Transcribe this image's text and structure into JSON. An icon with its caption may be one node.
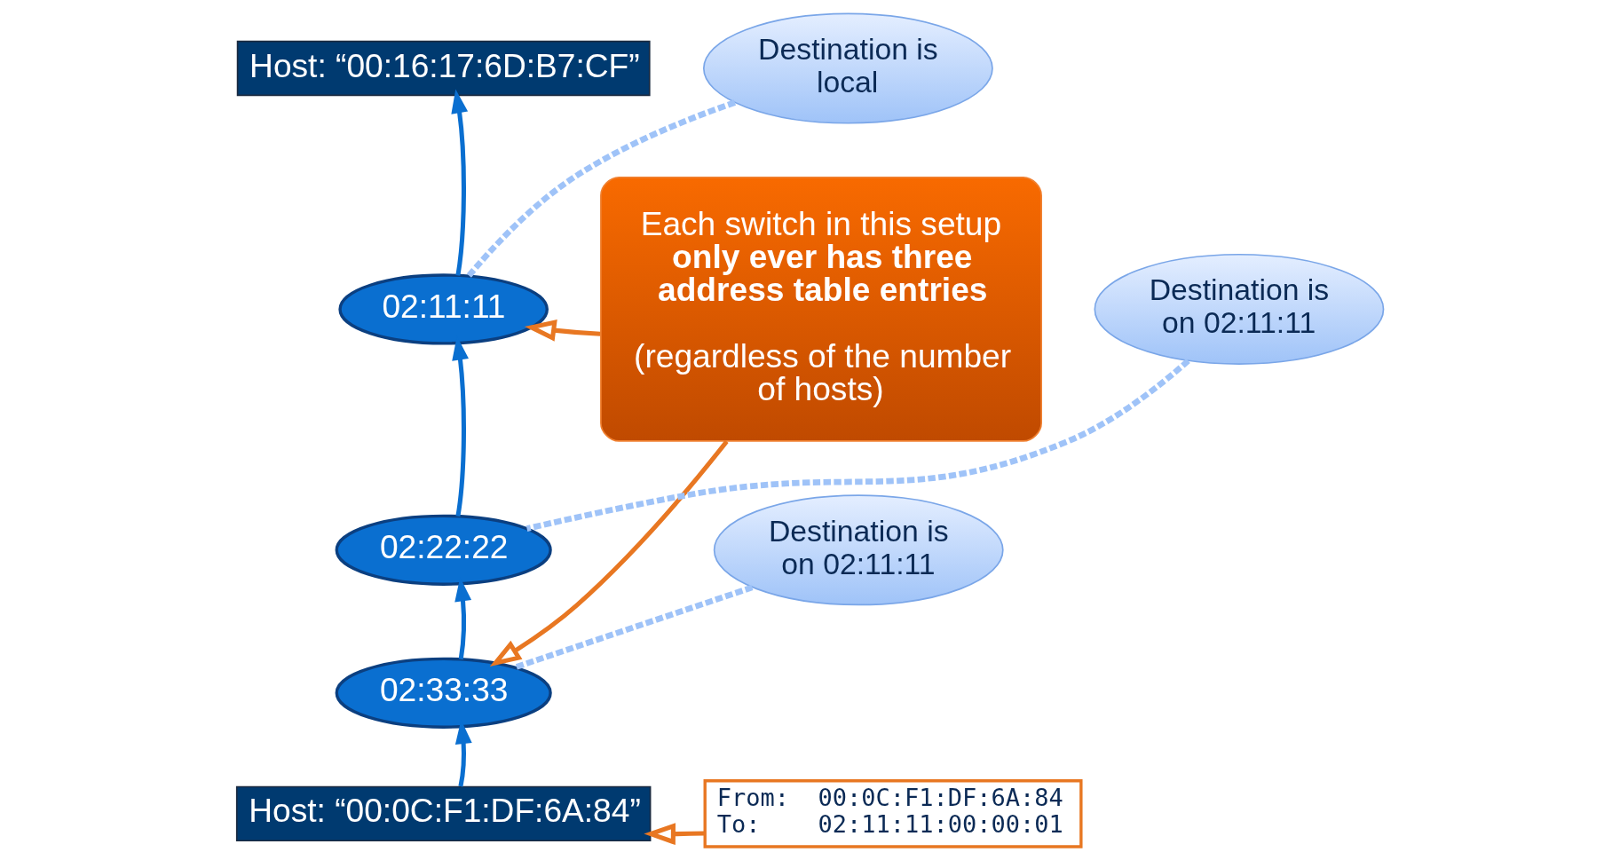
{
  "diagram": {
    "nodes": [
      {
        "text": [
          "Host: “00:16:17:6D:B7:CF”"
        ]
      },
      {
        "text": [
          "Destination is local"
        ]
      },
      {
        "text": [
          "02:11:11"
        ]
      },
      {
        "text": [
          "Each switch in this setup **only ever has three address table entries**",
          "(regardless of the number of hosts)"
        ]
      },
      {
        "text": [
          "Destination is on 02:11:11"
        ]
      },
      {
        "text": [
          "02:22:22"
        ]
      },
      {
        "text": [
          "Destination is on 02:11:11"
        ]
      },
      {
        "text": [
          "02:33:33"
        ]
      },
      {
        "text": [
          "Host: “00:0C:F1:DF:6A:84”"
        ]
      },
      {
        "text": [
          "From:  00:0C:F1:DF:6A:84",
          "To:    02:11:11:00:00:01"
        ]
      }
    ],
    "edges": [
      {
        "from": 8,
        "to": 7,
        "arrow": "to"
      },
      {
        "from": 7,
        "to": 5,
        "arrow": "to"
      },
      {
        "from": 5,
        "to": 2,
        "arrow": "to"
      },
      {
        "from": 2,
        "to": 0,
        "arrow": "to"
      },
      {
        "from": 1,
        "to": 2,
        "arrow": "none",
        "style": "dashed",
        "color": "#9fc3f8"
      },
      {
        "from": 4,
        "to": 5,
        "arrow": "none",
        "style": "dashed",
        "color": "#9fc3f8"
      },
      {
        "from": 6,
        "to": 7,
        "arrow": "none",
        "style": "dashed",
        "color": "#9fc3f8"
      },
      {
        "from": 3,
        "to": 2,
        "arrow": "to",
        "color": "#e87722"
      },
      {
        "from": 3,
        "to": 7,
        "arrow": "to",
        "color": "#e87722"
      },
      {
        "from": 9,
        "to": 8,
        "arrow": "to",
        "color": "#e87722"
      }
    ]
  }
}
